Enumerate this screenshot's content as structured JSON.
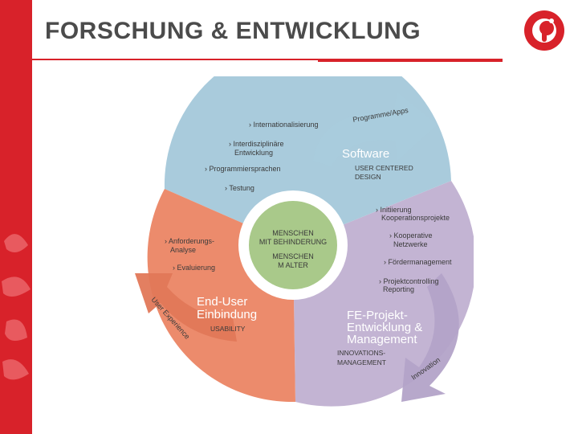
{
  "slide": {
    "title": "FORSCHUNG & ENTWICKLUNG"
  },
  "colors": {
    "accent": "#d8222a",
    "software": "#a9cbdc",
    "enduser": "#ec8b6c",
    "project": "#c3b4d3",
    "center": "#a9c98a",
    "title": "#4b4b4b"
  },
  "logo": {
    "icon": "brand-logo-icon"
  },
  "diagram": {
    "center": {
      "line1": "MENSCHEN",
      "line2": "MIT BEHINDERUNG",
      "line3": "MENSCHEN",
      "line4": "M ALTER"
    },
    "software": {
      "heading": "Software",
      "sub1": "USER CENTERED",
      "sub2": "DESIGN",
      "items": [
        "› Internationalisierung",
        "› Interdisziplinäre",
        "Entwicklung",
        "› Programmiersprachen",
        "› Testung"
      ],
      "arrow_label": "Programme/Apps"
    },
    "enduser": {
      "heading1": "End-User",
      "heading2": "Einbindung",
      "sub": "USABILITY",
      "items": [
        "› Anforderungs-",
        "Analyse",
        "› Evaluierung"
      ],
      "arrow_label": "User Experience"
    },
    "project": {
      "heading1": "FE-Projekt-",
      "heading2": "Entwicklung &",
      "heading3": "Management",
      "sub1": "INNOVATIONS-",
      "sub2": "MANAGEMENT",
      "items": [
        "› Initiierung",
        "Kooperationsprojekte",
        "› Kooperative",
        "Netzwerke",
        "› Fördermanagement",
        "› Projektcontrolling",
        "Reporting"
      ],
      "arrow_label": "Innovation"
    }
  }
}
